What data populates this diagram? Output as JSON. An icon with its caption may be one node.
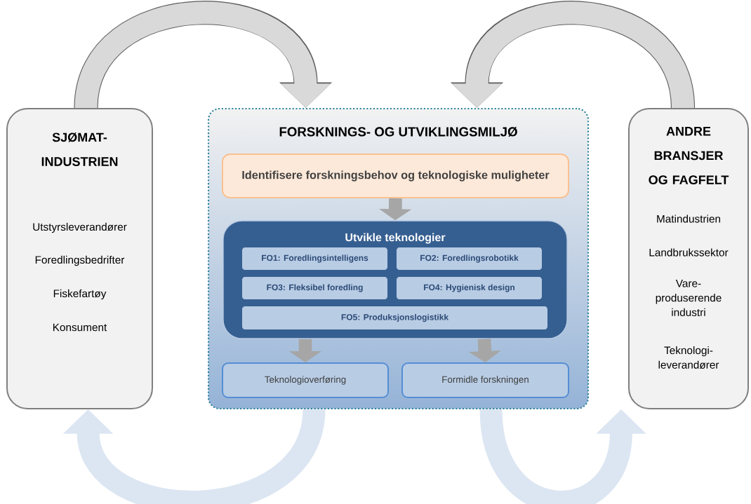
{
  "diagram": {
    "nodes": [
      {
        "text": [
          "SJØMAT-INDUSTRIEN",
          "Utstyrsleverandører",
          "Foredlingsbedrifter",
          "Fiskefartøy",
          "Konsument"
        ]
      },
      {
        "text": [
          "FORSKNINGS- OG UTVIKLINGSMILJØ"
        ]
      },
      {
        "text": [
          "Identifisere forskningsbehov og teknologiske muligheter"
        ],
        "in": 1
      },
      {
        "text": [
          "Utvikle teknologier"
        ],
        "in": 1
      },
      {
        "text": [
          "FO1: Foredlingsintelligens"
        ],
        "in": 3
      },
      {
        "text": [
          "FO2: Foredlingsrobotikk"
        ],
        "in": 3
      },
      {
        "text": [
          "FO3: Fleksibel foredling"
        ],
        "in": 3
      },
      {
        "text": [
          "FO4: Hygienisk design"
        ],
        "in": 3
      },
      {
        "text": [
          "FO5: Produksjonslogistikk"
        ],
        "in": 3
      },
      {
        "text": [
          "Teknologioverføring"
        ],
        "in": 1
      },
      {
        "text": [
          "Formidle forskningen"
        ],
        "in": 1
      },
      {
        "text": [
          "ANDRE BRANSJER OG FAGFELT",
          "Matindustrien",
          "Landbrukssektor",
          "Vare-produserende industri",
          "Teknologi-leverandører"
        ]
      }
    ],
    "edges": [
      {
        "from": 0,
        "to": 1,
        "arrow": "to"
      },
      {
        "from": 11,
        "to": 1,
        "arrow": "to"
      },
      {
        "from": 2,
        "to": 3,
        "arrow": "to"
      },
      {
        "from": 3,
        "to": 9,
        "arrow": "to"
      },
      {
        "from": 3,
        "to": 10,
        "arrow": "to"
      },
      {
        "from": 1,
        "to": 0,
        "arrow": "to",
        "color": "#dce6f2"
      },
      {
        "from": 1,
        "to": 11,
        "arrow": "to",
        "color": "#dce6f2"
      }
    ]
  }
}
